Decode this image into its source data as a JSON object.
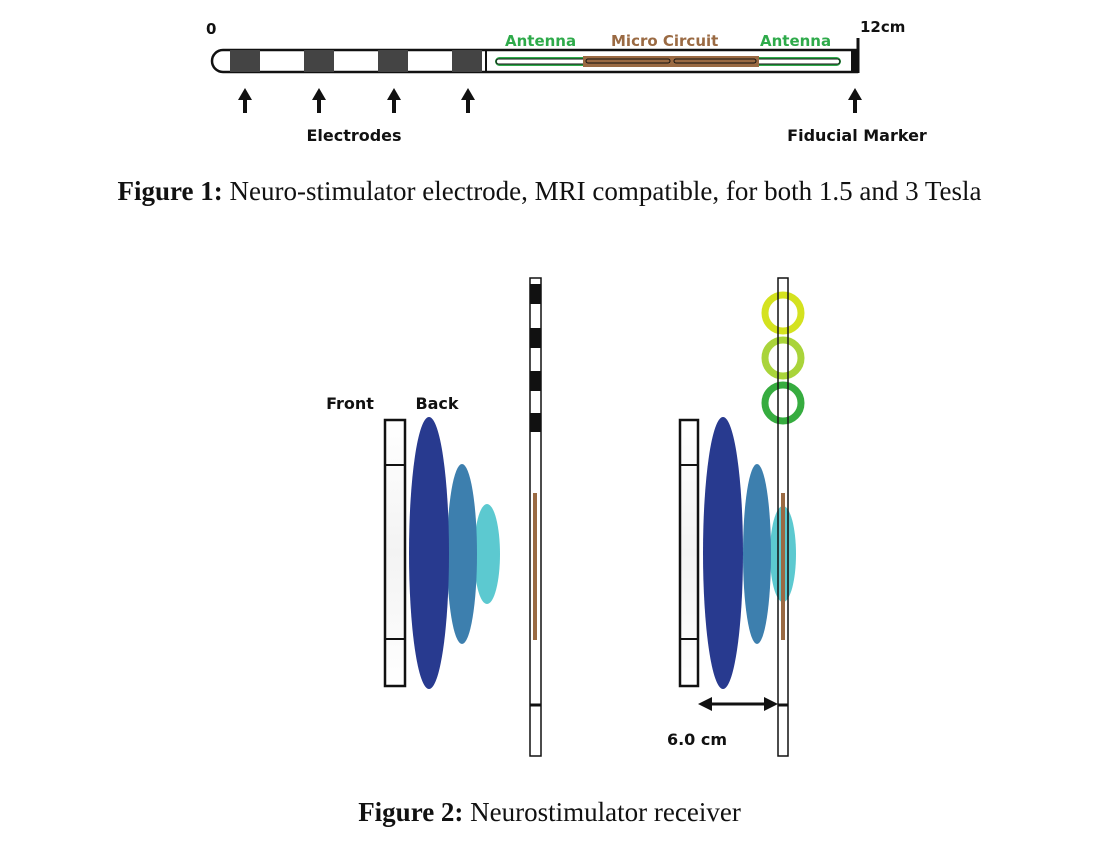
{
  "figure1": {
    "scale_start": "0",
    "scale_end": "12cm",
    "antenna_left": "Antenna",
    "micro_circuit": "Micro Circuit",
    "antenna_right": "Antenna",
    "electrodes_label": "Electrodes",
    "fiducial_label": "Fiducial Marker",
    "caption_prefix": "Figure 1:",
    "caption_text": " Neuro-stimulator electrode, MRI compatible, for both 1.5 and 3 Tesla"
  },
  "figure2": {
    "front_label": "Front",
    "back_label": "Back",
    "distance_label": "6.0 cm",
    "caption_prefix": "Figure 2:",
    "caption_text": " Neurostimulator receiver"
  },
  "colors": {
    "antenna_green": "#2eaa4a",
    "micro_circuit_brown": "#9a6a43",
    "electrode_dark": "#444444",
    "coil_navy": "#283a8f",
    "coil_mid": "#3d7fae",
    "coil_light": "#5cc9d0",
    "ring_yellow": "#d4e21f",
    "ring_lime": "#a9d43a",
    "ring_green": "#36ac3f"
  },
  "icons": [
    "up-arrow-icon",
    "double-arrow-icon"
  ]
}
